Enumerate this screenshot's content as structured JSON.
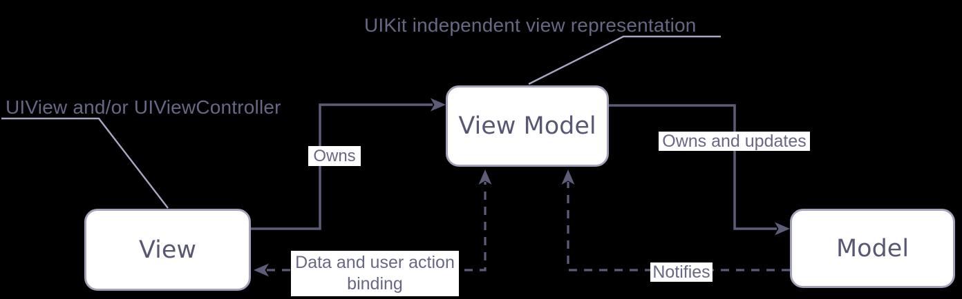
{
  "diagram": {
    "title": "UIKit independent view representation",
    "annotation": "UIView and/or UIViewController",
    "nodes": [
      {
        "id": "view",
        "label": "View"
      },
      {
        "id": "view-model",
        "label": "View Model"
      },
      {
        "id": "model",
        "label": "Model"
      }
    ],
    "edges": [
      {
        "id": "owns",
        "from": "view",
        "to": "view-model",
        "style": "solid",
        "label": "Owns"
      },
      {
        "id": "owns-and-updates",
        "from": "view-model",
        "to": "model",
        "style": "solid",
        "label": "Owns and updates"
      },
      {
        "id": "data-binding",
        "from": "view-model",
        "to": "view",
        "style": "dashed",
        "label": "Data and user action binding"
      },
      {
        "id": "notifies",
        "from": "model",
        "to": "view-model",
        "style": "dashed",
        "label": "Notifies"
      }
    ],
    "colors": {
      "bg": "#000000",
      "line": "#5d5d78",
      "leader": "#a8a8c3",
      "box-border": "#a2a2bb",
      "box-bg": "#ffffff",
      "box-text": "#585874",
      "label-text": "#686886",
      "label-bg": "#ffffff"
    }
  }
}
